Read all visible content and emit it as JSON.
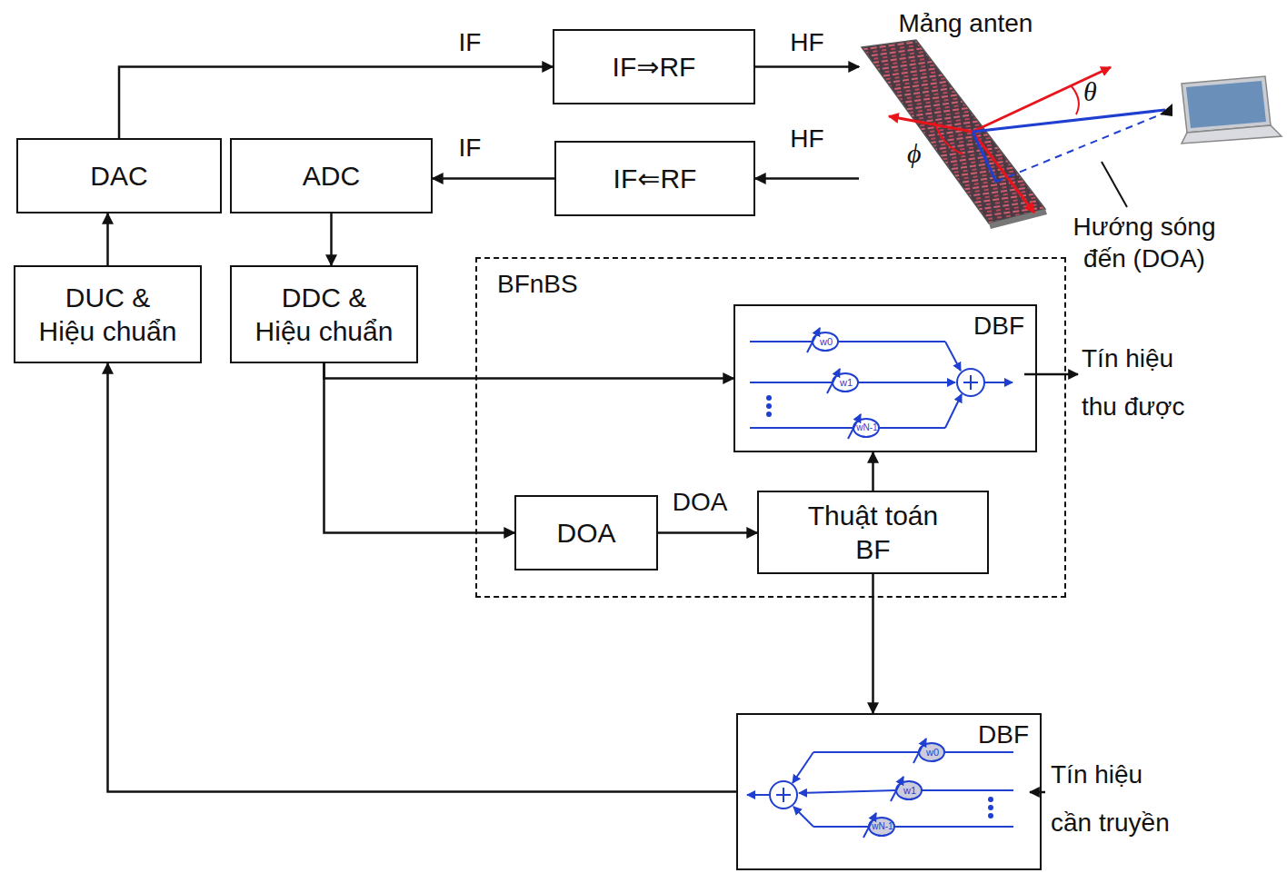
{
  "diagram": {
    "nodes": [
      {
        "text": [
          "IF⇒RF"
        ]
      },
      {
        "text": [
          "DAC"
        ]
      },
      {
        "text": [
          "ADC"
        ]
      },
      {
        "text": [
          "IF⇐RF"
        ]
      },
      {
        "text": [
          "Mảng anten"
        ]
      },
      {
        "text": [
          "DUC & Hiệu chuẩn"
        ]
      },
      {
        "text": [
          "DDC & Hiệu chuẩn"
        ]
      },
      {
        "text": [
          "BFnBS"
        ]
      },
      {
        "text": [
          "DBF"
        ],
        "in": 7
      },
      {
        "text": [
          "DOA"
        ],
        "in": 7
      },
      {
        "text": [
          "Thuật toán BF"
        ],
        "in": 7
      },
      {
        "text": [
          "DBF"
        ]
      }
    ],
    "edges": [
      {
        "from": 1,
        "to": 0,
        "arrow": "to",
        "label": "IF"
      },
      {
        "from": 0,
        "to": 4,
        "arrow": "to",
        "label": "HF"
      },
      {
        "from": 4,
        "to": 3,
        "arrow": "to",
        "label": "HF"
      },
      {
        "from": 3,
        "to": 2,
        "arrow": "to",
        "label": "IF"
      },
      {
        "from": 2,
        "to": 6,
        "arrow": "to"
      },
      {
        "from": 5,
        "to": 1,
        "arrow": "to"
      },
      {
        "from": 6,
        "to": 8,
        "arrow": "to"
      },
      {
        "from": 6,
        "to": 9,
        "arrow": "to"
      },
      {
        "from": 9,
        "to": 10,
        "arrow": "to",
        "label": "DOA"
      },
      {
        "from": 10,
        "to": 8,
        "arrow": "to"
      },
      {
        "from": 10,
        "to": 11,
        "arrow": "to"
      },
      {
        "from": 11,
        "to": 5,
        "arrow": "to"
      }
    ],
    "labels": [
      "θ",
      "ϕ",
      "Hướng sóng đến (DOA)",
      "Tín hiệu thu được",
      "Tín hiệu cần truyền",
      "w0",
      "w1",
      "wN-1",
      "w0",
      "w1",
      "wN-1"
    ]
  }
}
